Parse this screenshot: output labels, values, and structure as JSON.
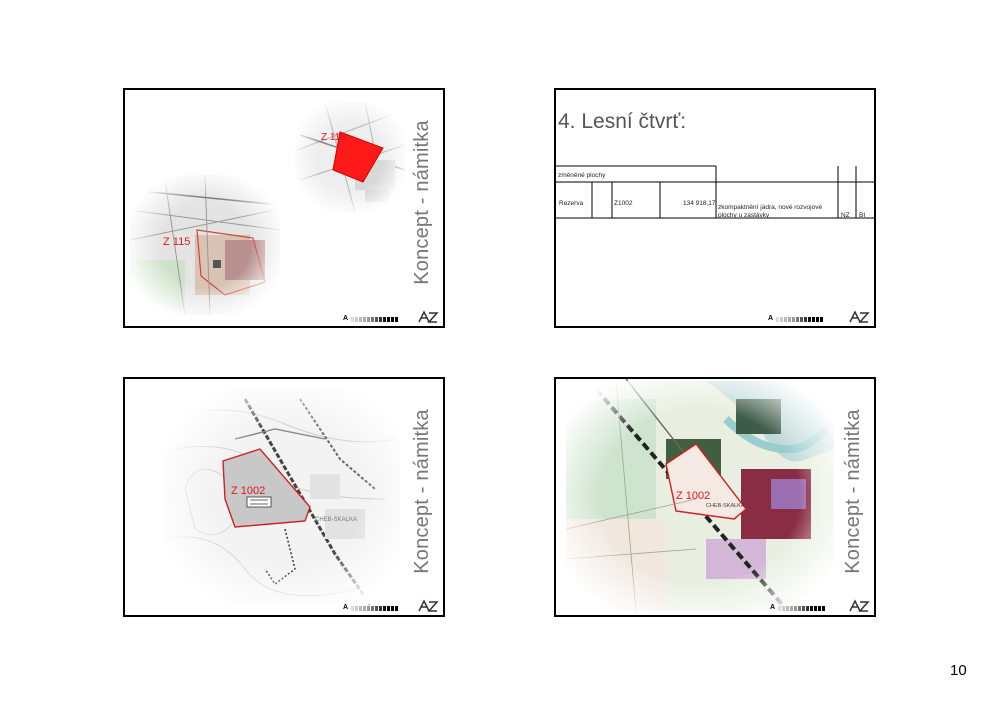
{
  "page_number": "10",
  "slides": [
    {
      "vertical_title": "Koncept - námitka",
      "map_labels": [
        "Z 115",
        "Z 115"
      ]
    },
    {
      "title": "4. Lesní čtvrť:",
      "table": {
        "header": "změněné plochy",
        "row": {
          "type": "Rezerva",
          "code": "Z1002",
          "area": "134 918,17",
          "description_line1": "zkompaktnění jádra, nové rozvojové",
          "description_line2": "plochy u zastávky",
          "col_a": "NZ",
          "col_b": "BI"
        }
      }
    },
    {
      "vertical_title": "Koncept - námitka",
      "map_labels": [
        "Z 1002",
        "CHEB-SKALKA"
      ]
    },
    {
      "vertical_title": "Koncept - námitka",
      "map_labels": [
        "Z 1002",
        "CHEB-SKALKA"
      ]
    }
  ],
  "footer_marker": "A",
  "colors": {
    "accent_red": "#e0161c",
    "frame": "#000000",
    "title_gray": "#777777"
  }
}
